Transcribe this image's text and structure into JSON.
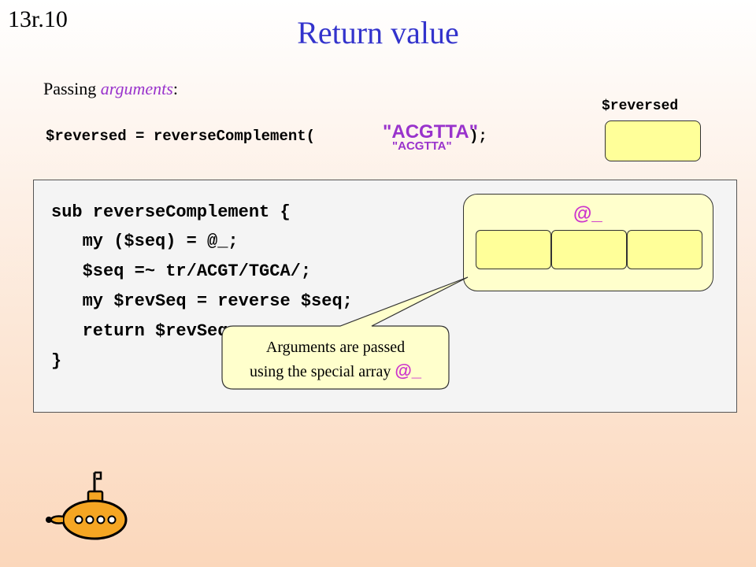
{
  "slide": {
    "number": "13r.10",
    "title": "Return value"
  },
  "subtitle": {
    "prefix": "Passing ",
    "emphasis": "arguments",
    "suffix": ":"
  },
  "call": {
    "code": "$reversed = reverseComplement( ",
    "argument": "\"ACGTTA\"",
    "close": ");",
    "argument_copy": "\"ACGTTA\""
  },
  "variable": {
    "name": "$reversed",
    "value": ""
  },
  "code_lines": [
    "sub reverseComplement {",
    "   my ($seq) = @_;",
    "   $seq =~ tr/ACGT/TGCA/;",
    "   my $revSeq = reverse $seq;",
    "   return $revSeq;",
    "}"
  ],
  "array": {
    "name": "@_",
    "cells": [
      "",
      "",
      ""
    ]
  },
  "callout": {
    "line1": "Arguments are passed",
    "line2": "using the special array ",
    "symbol": "@_"
  },
  "colors": {
    "title": "#3333cc",
    "emphasis": "#9933cc",
    "array_symbol": "#cc33cc",
    "cell_fill": "#ffff99",
    "box_fill": "#ffffcc"
  },
  "icons": {
    "mascot": "submarine-icon"
  }
}
